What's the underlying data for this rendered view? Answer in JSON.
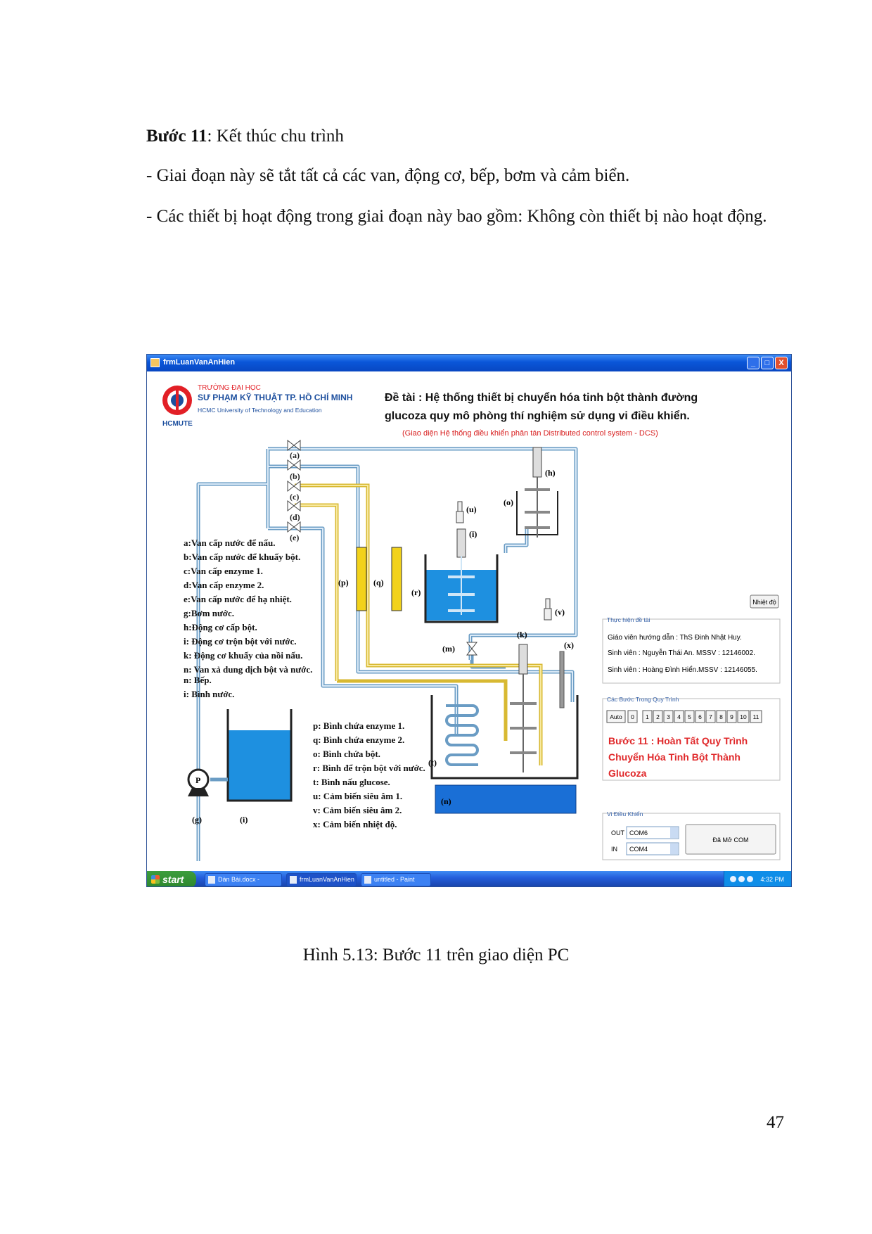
{
  "doc": {
    "heading_bold": "Bước 11",
    "heading_rest": ": Kết thúc chu trình",
    "para1": "- Giai đoạn này sẽ tắt tất cả các van, động cơ, bếp, bơm và cảm biển.",
    "para2": "- Các thiết bị hoạt động trong giai đoạn này bao gồm: Không còn thiết bị nào hoạt động.",
    "caption": "Hình 5.13: Bước 11 trên giao diện PC",
    "page_number": "47"
  },
  "window": {
    "title": "frmLuanVanAnHien",
    "controls": {
      "minimize": "_",
      "maximize": "□",
      "close": "X"
    }
  },
  "header": {
    "logo_line1": "TRƯỜNG ĐẠI HỌC",
    "logo_line2": "SƯ PHẠM KỸ THUẬT TP. HỒ CHÍ MINH",
    "logo_line3": "HCMC University of Technology and Education",
    "logo_abbr": "HCMUTE",
    "topic_line1": "Đề tài : Hệ thống thiết bị chuyển hóa tinh bột thành đường",
    "topic_line2": "glucoza quy mô phòng thí nghiệm sử dụng vi điều khiển.",
    "topic_sub": "(Giao diện Hệ thống điều khiển phân tán Distributed control system - DCS)"
  },
  "valve_labels": [
    "(a)",
    "(b)",
    "(c)",
    "(d)",
    "(e)"
  ],
  "component_labels": {
    "h": "(h)",
    "o": "(o)",
    "u": "(u)",
    "i_motor": "(i)",
    "p": "(p)",
    "q": "(q)",
    "r": "(r)",
    "v": "(v)",
    "k": "(k)",
    "x": "(x)",
    "m": "(m)",
    "t": "(t)",
    "n": "(n)",
    "g": "(g)",
    "i_tank": "(i)",
    "pump": "P"
  },
  "legend_left": [
    "a:Van cấp nước để nấu.",
    "b:Van cấp nước để khuấy bột.",
    "c:Van cấp enzyme 1.",
    "d:Van cấp enzyme 2.",
    "e:Van cấp nước để hạ nhiệt.",
    "g:Bơm nước.",
    "h:Động cơ cấp bột.",
    "i: Động cơ trộn bột với nước.",
    "k: Động cơ khuấy của nồi nấu.",
    "n: Van xả dung dịch bột và nước.",
    "n: Bếp.",
    "i: Bình nước."
  ],
  "legend_bottom": [
    "p: Bình chứa enzyme 1.",
    "q: Bình chứa enzyme 2.",
    "o: Bình chứa bột.",
    "r: Bình để trộn bột với nước.",
    "t: Bình nấu glucose.",
    "u: Cảm biến siêu âm 1.",
    "v: Cảm biến siêu âm 2.",
    "x: Cảm biến nhiệt độ."
  ],
  "panel": {
    "temp_button": "Nhiệt độ",
    "info_title": "Thực hiện đề tài",
    "info_lines": [
      "Giáo viên hướng dẫn : ThS Đinh Nhật Huy.",
      "Sinh viên : Nguyễn Thái An. MSSV : 12146002.",
      "Sinh viên : Hoàng Đình Hiển.MSSV : 12146055."
    ],
    "steps_title": "Các Bước Trong Quy Trình",
    "step_buttons": [
      "Auto",
      "0",
      "1",
      "2",
      "3",
      "4",
      "5",
      "6",
      "7",
      "8",
      "9",
      "10",
      "11"
    ],
    "status_lines": [
      "Bước 11 : Hoàn Tất Quy Trình",
      "Chuyển Hóa Tinh Bột Thành",
      "Glucoza"
    ],
    "mcu_title": "Vi Điều Khiển",
    "out_label": "OUT",
    "in_label": "IN",
    "out_value": "COM6",
    "in_value": "COM4",
    "open_com_button": "Đã Mở COM"
  },
  "taskbar": {
    "start": "start",
    "items": [
      "Dàn Bài.docx - Micros...",
      "frmLuanVanAnHien",
      "untitled - Paint"
    ],
    "clock": "4:32 PM"
  },
  "colors": {
    "water_blue": "#1e90e0",
    "pipe_blue": "#7fb1d8",
    "pipe_yellow": "#e6c94a",
    "enzyme_yellow": "#f2d21b",
    "status_red": "#e0282a",
    "topic_sub_red": "#d81e1e",
    "heater_blue": "#1a6fd6"
  }
}
